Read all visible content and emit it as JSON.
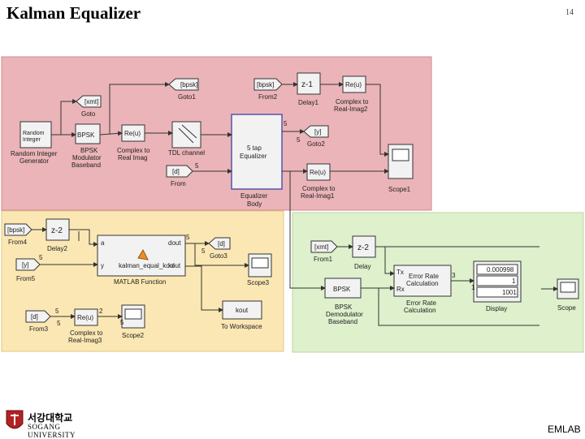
{
  "slide": {
    "title": "Kalman Equalizer",
    "page_number": "14",
    "footer": "EMLAB"
  },
  "logo": {
    "line1": "서강대학교",
    "line2": "SOGANG UNIVERSITY"
  },
  "colors": {
    "pink_region": "#ebb4b8",
    "yellow_region": "#fbe7b3",
    "green_region": "#def0cc",
    "block_fill": "#f2f2f2",
    "block_stroke": "#333333",
    "equalizer_stroke": "#5555aa"
  },
  "blocks": {
    "goto1_tag": "[bpsk]",
    "goto1_label": "Goto1",
    "from2_tag": "[bpsk]",
    "from2_label": "From2",
    "delay1_expr": "z-1",
    "delay1_label": "Delay1",
    "re_top": "Re(u)",
    "complex_real_imag2": "Complex to\nReal-Imag2",
    "goto_tag": "[xmt]",
    "goto_label": "Goto",
    "random_integer_label": "Random Integer\nGenerator",
    "random_integer_inner": "Random\nInteger",
    "bpsk_mod_inner": "BPSK",
    "bpsk_mod_label": "BPSK\nModulator\nBaseband",
    "re_u": "Re(u)",
    "complex_real_imag": "Complex to\nReal-Imag",
    "tdl_label": "TDL channel",
    "equalizer_inner": "5 tap\nEqualizer",
    "equalizer_label": "Equalizer\nBody",
    "goto2_tag": "[y]",
    "goto2_label": "Goto2",
    "re_u1": "Re(u)",
    "complex_real_imag1": "Complex to\nReal-Imag1",
    "scope1_label": "Scope1",
    "from_tag": "[d]",
    "from_label": "From",
    "from4_tag": "[bpsk]",
    "from4_label": "From4",
    "delay2_expr": "z-2",
    "delay2_label": "Delay2",
    "from5_tag": "[y]",
    "from5_label": "From5",
    "matlab_fn_inner": "kalman_equal_kool",
    "matlab_fn_label": "MATLAB Function",
    "port_a": "a",
    "port_y": "y",
    "port_dout": "dout",
    "port_kout": "kout",
    "goto3_tag": "[d]",
    "goto3_label": "Goto3",
    "scope3_label": "Scope3",
    "to_workspace_inner": "kout",
    "to_workspace_label": "To Workspace",
    "from3_tag": "[d]",
    "from3_label": "From3",
    "re_u3": "Re(u)",
    "complex_real_imag3": "Complex to\nReal-Imag3",
    "scope2_label": "Scope2",
    "from1_tag": "[xmt]",
    "from1_label": "From1",
    "delay_expr": "z-2",
    "delay_label": "Delay",
    "bpsk_demod_inner": "BPSK",
    "bpsk_demod_label": "BPSK\nDemodulator\nBaseband",
    "error_rate_inner": "Error Rate\nCalculation",
    "error_rate_label": "Error Rate\nCalculation",
    "port_tx": "Tx",
    "port_rx": "Rx",
    "display_v1": "0.000998",
    "display_v2": "1",
    "display_v3": "1001",
    "display_label": "Display",
    "scope_label": "Scope",
    "sig5": "5",
    "sig3": "3",
    "sig2": "2",
    "sig1": "1"
  }
}
